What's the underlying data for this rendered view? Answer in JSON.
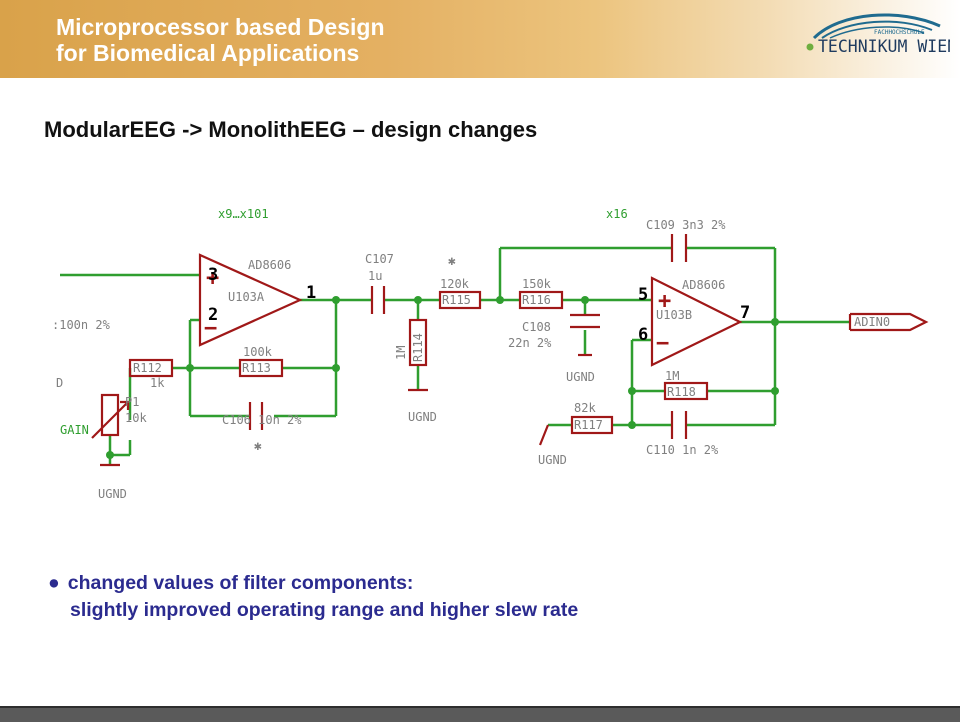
{
  "header": {
    "line1": "Microprocessor based Design",
    "line2": "for Biomedical Applications",
    "logo_small": "FACHHOCHSCHULE",
    "logo_main": "TECHNIKUM WIEN",
    "colors": {
      "orange": "#d9a24a",
      "logo_blue": "#1f6b8f",
      "logo_green": "#6fae3f"
    }
  },
  "slide": {
    "title": "ModularEEG -> MonolithEEG – design changes"
  },
  "schematic": {
    "gain1": "x9…x101",
    "gain2": "x16",
    "c109": "C109 3n3 2%",
    "ad_left": "AD8606",
    "ad_right": "AD8606",
    "u103a": "U103A",
    "u103b": "U103B",
    "pin3": "3",
    "pin2": "2",
    "pin1": "1",
    "pin5": "5",
    "pin6": "6",
    "pin7": "7",
    "c107": "C107",
    "c107v": "1u",
    "r115v": "120k",
    "r115": "R115",
    "r116v": "150k",
    "r116": "R116",
    "c108": "C108",
    "c108v": "22n 2%",
    "left_cap": ":100n 2%",
    "r112": "R112",
    "r112v": "1k",
    "r113v": "100k",
    "r113": "R113",
    "r114v": "1M",
    "r114": "R114",
    "d_label": "D",
    "p1": "P1",
    "p1v": "10k",
    "gain_label": "GAIN",
    "c106": "C106 10n 2%",
    "ugnd": "UGND",
    "r118v": "1M",
    "r118": "R118",
    "r117v": "82k",
    "r117": "R117",
    "c110": "C110 1n 2%",
    "adin": "ADIN0",
    "wire_color": "#2f9e2f",
    "part_color": "#a01818",
    "label_color": "#808080"
  },
  "bullets": {
    "marker": "●",
    "line1": "changed values of filter components:",
    "line2": "slightly improved operating range and higher slew rate"
  }
}
